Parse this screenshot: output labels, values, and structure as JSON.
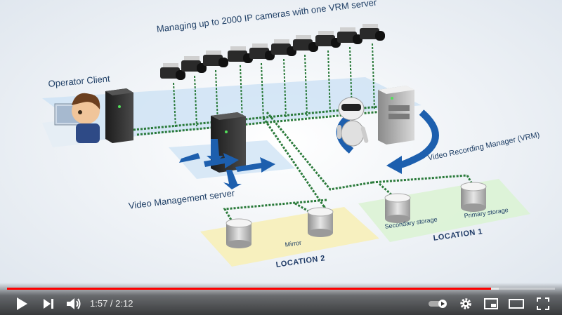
{
  "video": {
    "labels": {
      "headline": "Managing up to 2000 IP cameras with one VRM server",
      "operator_client": "Operator Client",
      "video_management_server": "Video Management server",
      "vrm": "Video Recording Manager (VRM)",
      "mirror": "Mirror",
      "location_2": "LOCATION 2",
      "secondary_storage": "Secondary storage",
      "primary_storage": "Primary storage",
      "location_1": "LOCATION 1"
    },
    "colors": {
      "blue_arrow": "#1d5fae",
      "network_line": "#2a7a3a",
      "yellow_pad": "#f7f0b8",
      "green_pad": "#dcf2d6",
      "blue_pad": "#cfe3f5"
    }
  },
  "player": {
    "progress_fraction": 0.883,
    "time_current": "1:57",
    "time_separator": " / ",
    "time_total": "2:12",
    "icons": {
      "play": "play-icon",
      "next": "next-icon",
      "volume": "volume-icon",
      "autoplay": "autoplay-toggle-icon",
      "settings": "gear-icon",
      "miniplayer": "miniplayer-icon",
      "theater": "theater-mode-icon",
      "fullscreen": "fullscreen-icon"
    }
  }
}
